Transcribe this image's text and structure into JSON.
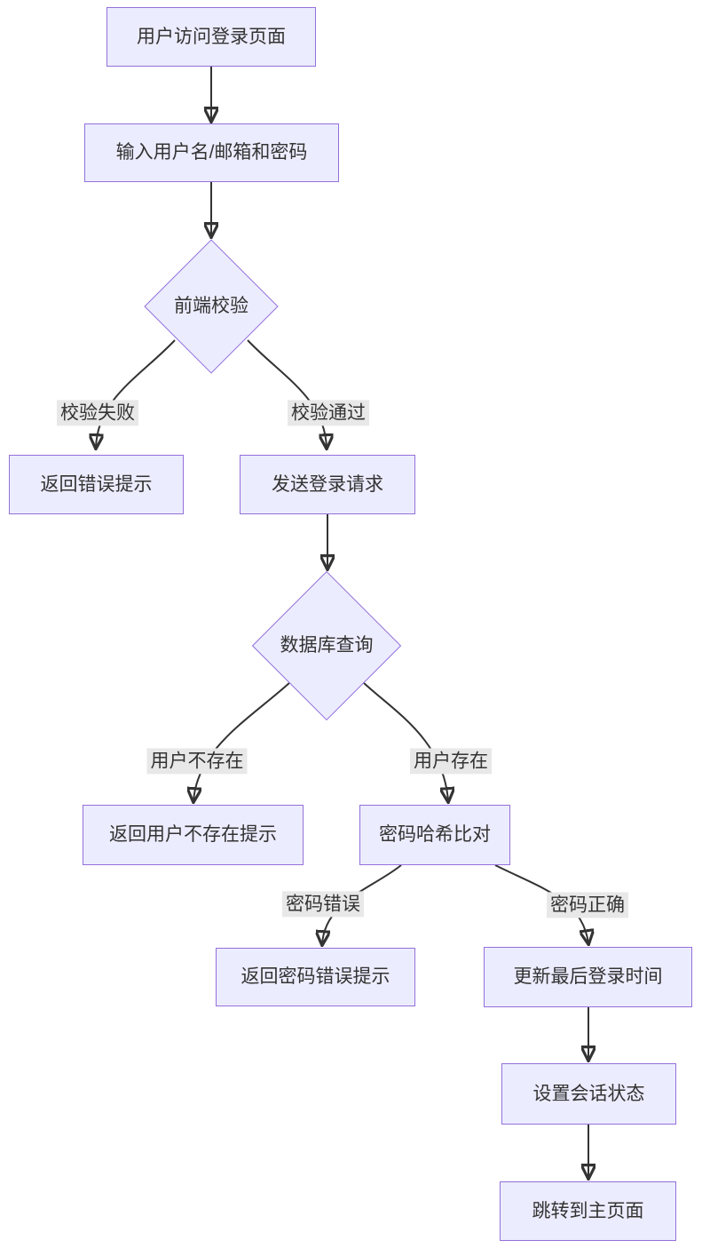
{
  "diagram": {
    "type": "flowchart",
    "direction": "top-bottom",
    "nodes": [
      {
        "id": "A",
        "shape": "rectangle",
        "label": "用户访问登录页面"
      },
      {
        "id": "B",
        "shape": "rectangle",
        "label": "输入用户名/邮箱和密码"
      },
      {
        "id": "C",
        "shape": "diamond",
        "label": "前端校验"
      },
      {
        "id": "D",
        "shape": "rectangle",
        "label": "返回错误提示"
      },
      {
        "id": "E",
        "shape": "rectangle",
        "label": "发送登录请求"
      },
      {
        "id": "F",
        "shape": "diamond",
        "label": "数据库查询"
      },
      {
        "id": "G",
        "shape": "rectangle",
        "label": "返回用户不存在提示"
      },
      {
        "id": "H",
        "shape": "rectangle",
        "label": "密码哈希比对"
      },
      {
        "id": "I",
        "shape": "rectangle",
        "label": "返回密码错误提示"
      },
      {
        "id": "J",
        "shape": "rectangle",
        "label": "更新最后登录时间"
      },
      {
        "id": "K",
        "shape": "rectangle",
        "label": "设置会话状态"
      },
      {
        "id": "L",
        "shape": "rectangle",
        "label": "跳转到主页面"
      }
    ],
    "edges": [
      {
        "from": "A",
        "to": "B",
        "label": ""
      },
      {
        "from": "B",
        "to": "C",
        "label": ""
      },
      {
        "from": "C",
        "to": "D",
        "label": "校验失败"
      },
      {
        "from": "C",
        "to": "E",
        "label": "校验通过"
      },
      {
        "from": "E",
        "to": "F",
        "label": ""
      },
      {
        "from": "F",
        "to": "G",
        "label": "用户不存在"
      },
      {
        "from": "F",
        "to": "H",
        "label": "用户存在"
      },
      {
        "from": "H",
        "to": "I",
        "label": "密码错误"
      },
      {
        "from": "H",
        "to": "J",
        "label": "密码正确"
      },
      {
        "from": "J",
        "to": "K",
        "label": ""
      },
      {
        "from": "K",
        "to": "L",
        "label": ""
      }
    ],
    "colors": {
      "node_fill": "#ECECFF",
      "node_border": "#9370DB",
      "edge_line": "#333333",
      "edge_label_background": "#e8e8e8",
      "text": "#333333",
      "background": "#ffffff"
    }
  }
}
